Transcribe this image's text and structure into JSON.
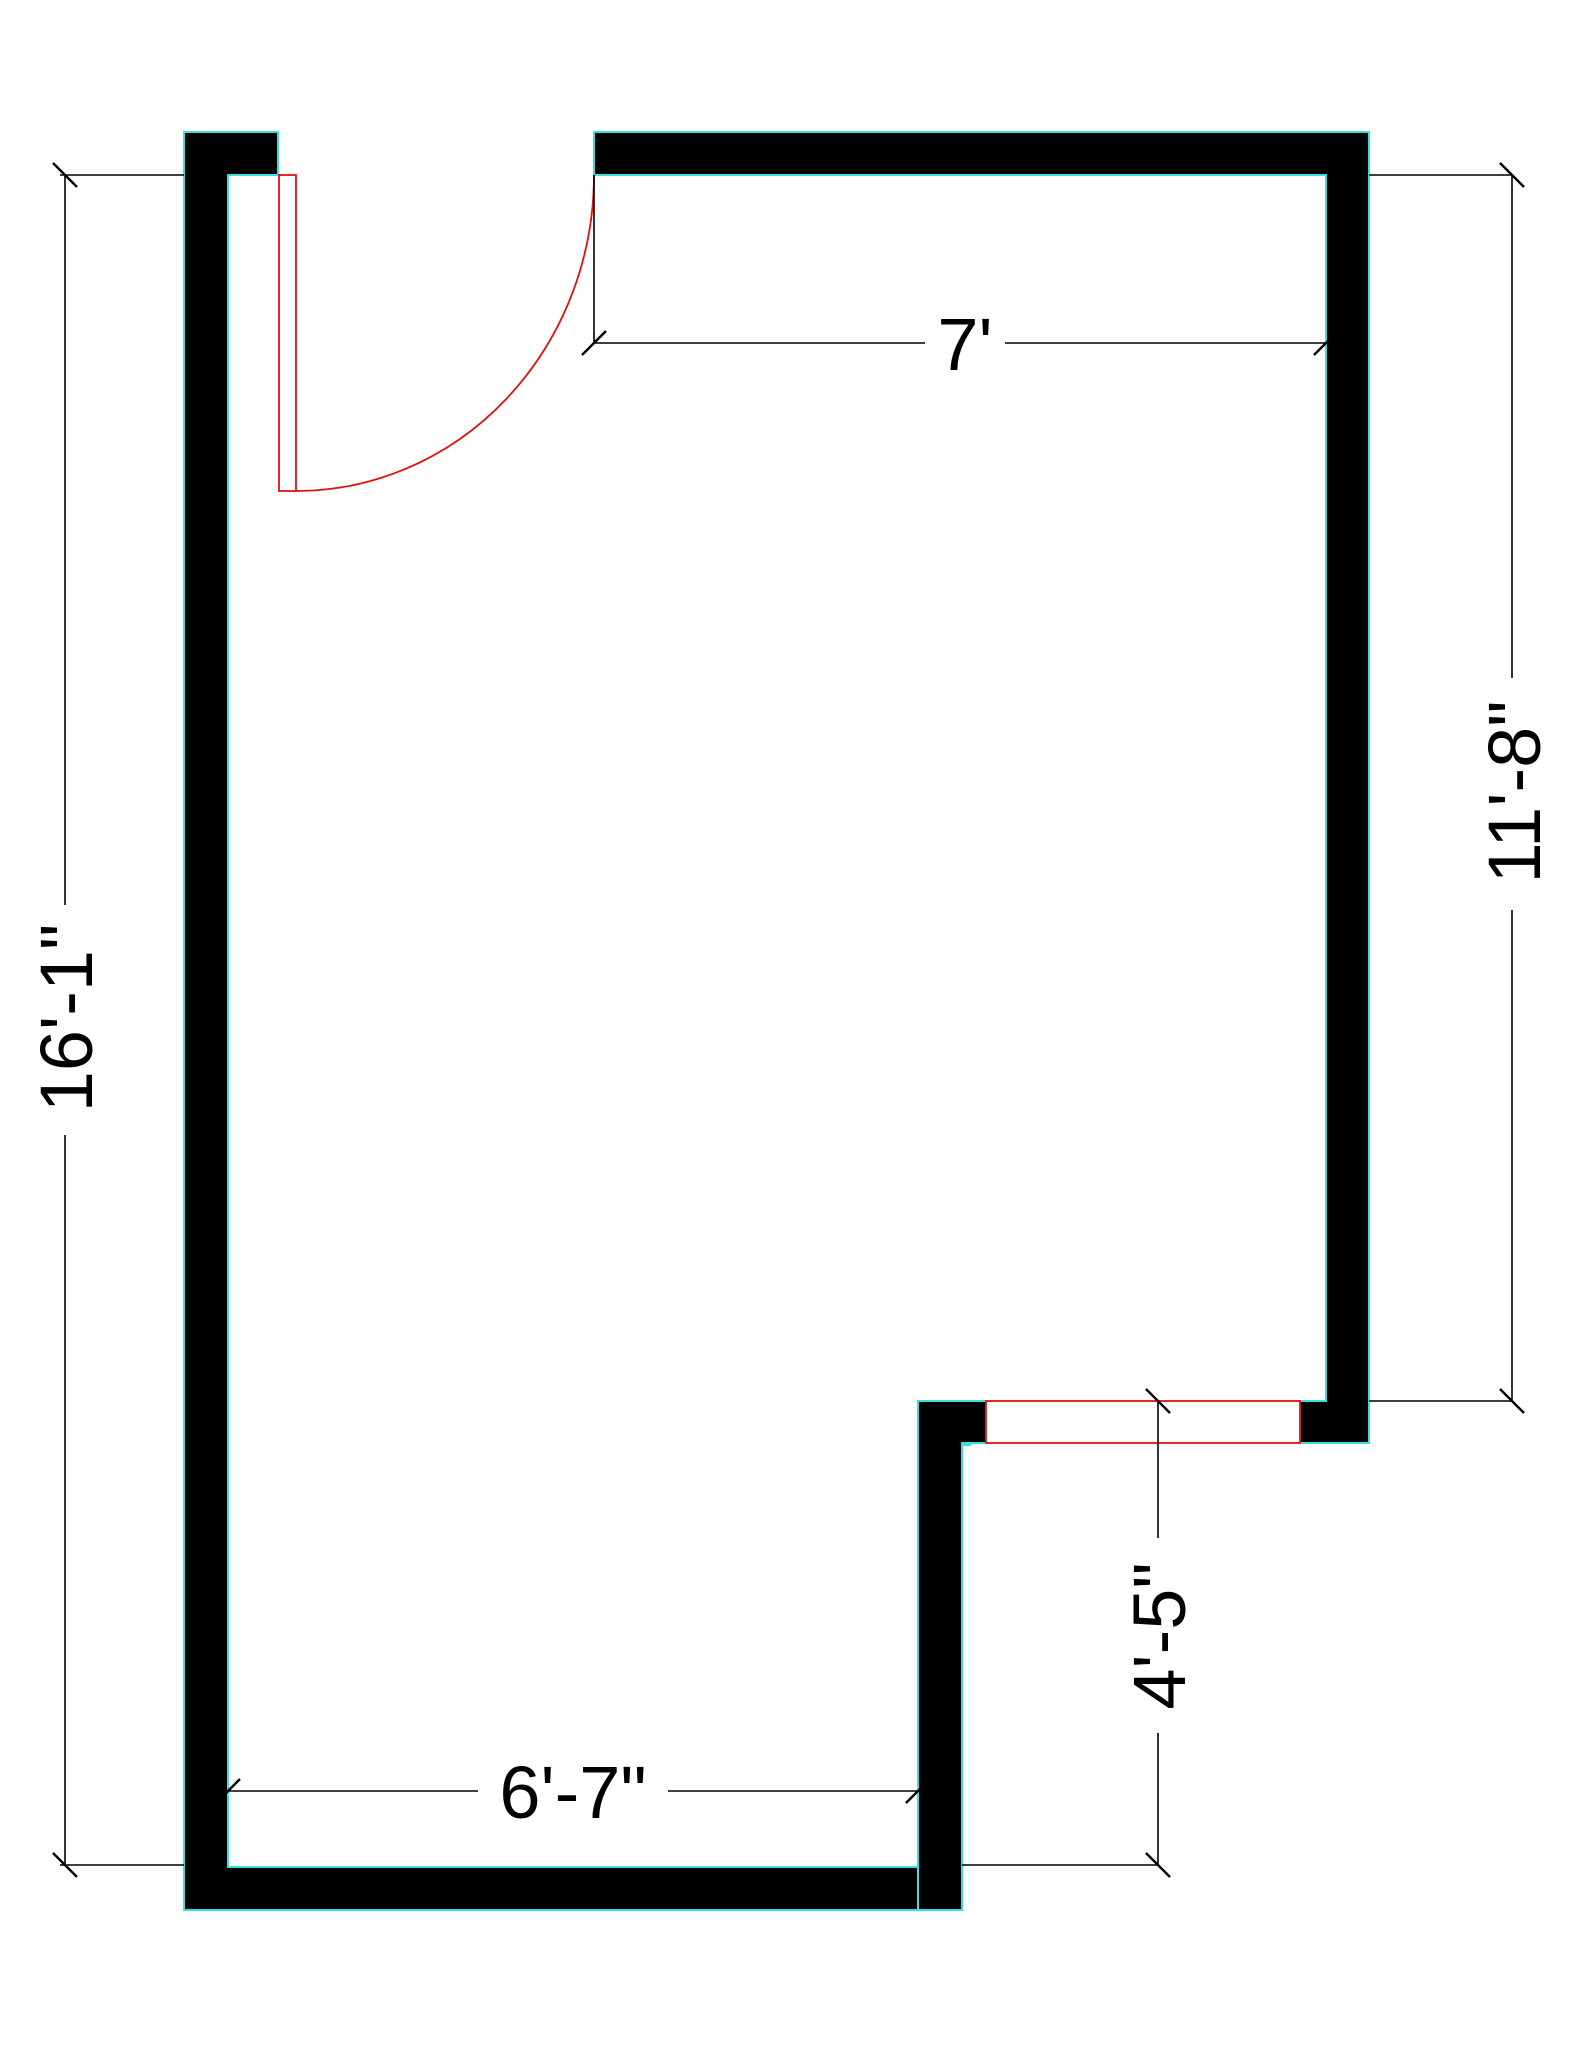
{
  "drawing": {
    "colors": {
      "wall_fill": "#000000",
      "wall_edge": "#36e0e0",
      "dimension_line": "#000000",
      "door_window": "#e01010",
      "background": "#ffffff"
    },
    "dimensions": {
      "top_width": "7'",
      "left_height": "16'-1\"",
      "right_height": "11'-8\"",
      "bottom_width": "6'-7\"",
      "notch_depth": "4'-5\""
    }
  }
}
